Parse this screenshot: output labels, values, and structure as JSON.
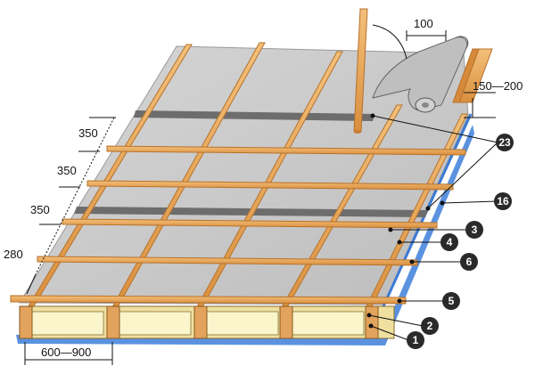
{
  "dimensions": {
    "lap_width": "100",
    "overlap": "150—200",
    "spacing_1": "350",
    "spacing_2": "350",
    "spacing_3": "350",
    "eave_spacing": "280",
    "rafter_spacing": "600—900"
  },
  "callouts": [
    "23",
    "16",
    "3",
    "4",
    "6",
    "5",
    "2",
    "1"
  ],
  "colors": {
    "membrane": "#c9c9c9",
    "tape": "#707070",
    "wood": "#e8a65a",
    "wood_dark": "#b7722c",
    "insulation": "#f7f0bd",
    "blue_edge": "#3c7bd6",
    "callout": "#2a2a2a"
  }
}
